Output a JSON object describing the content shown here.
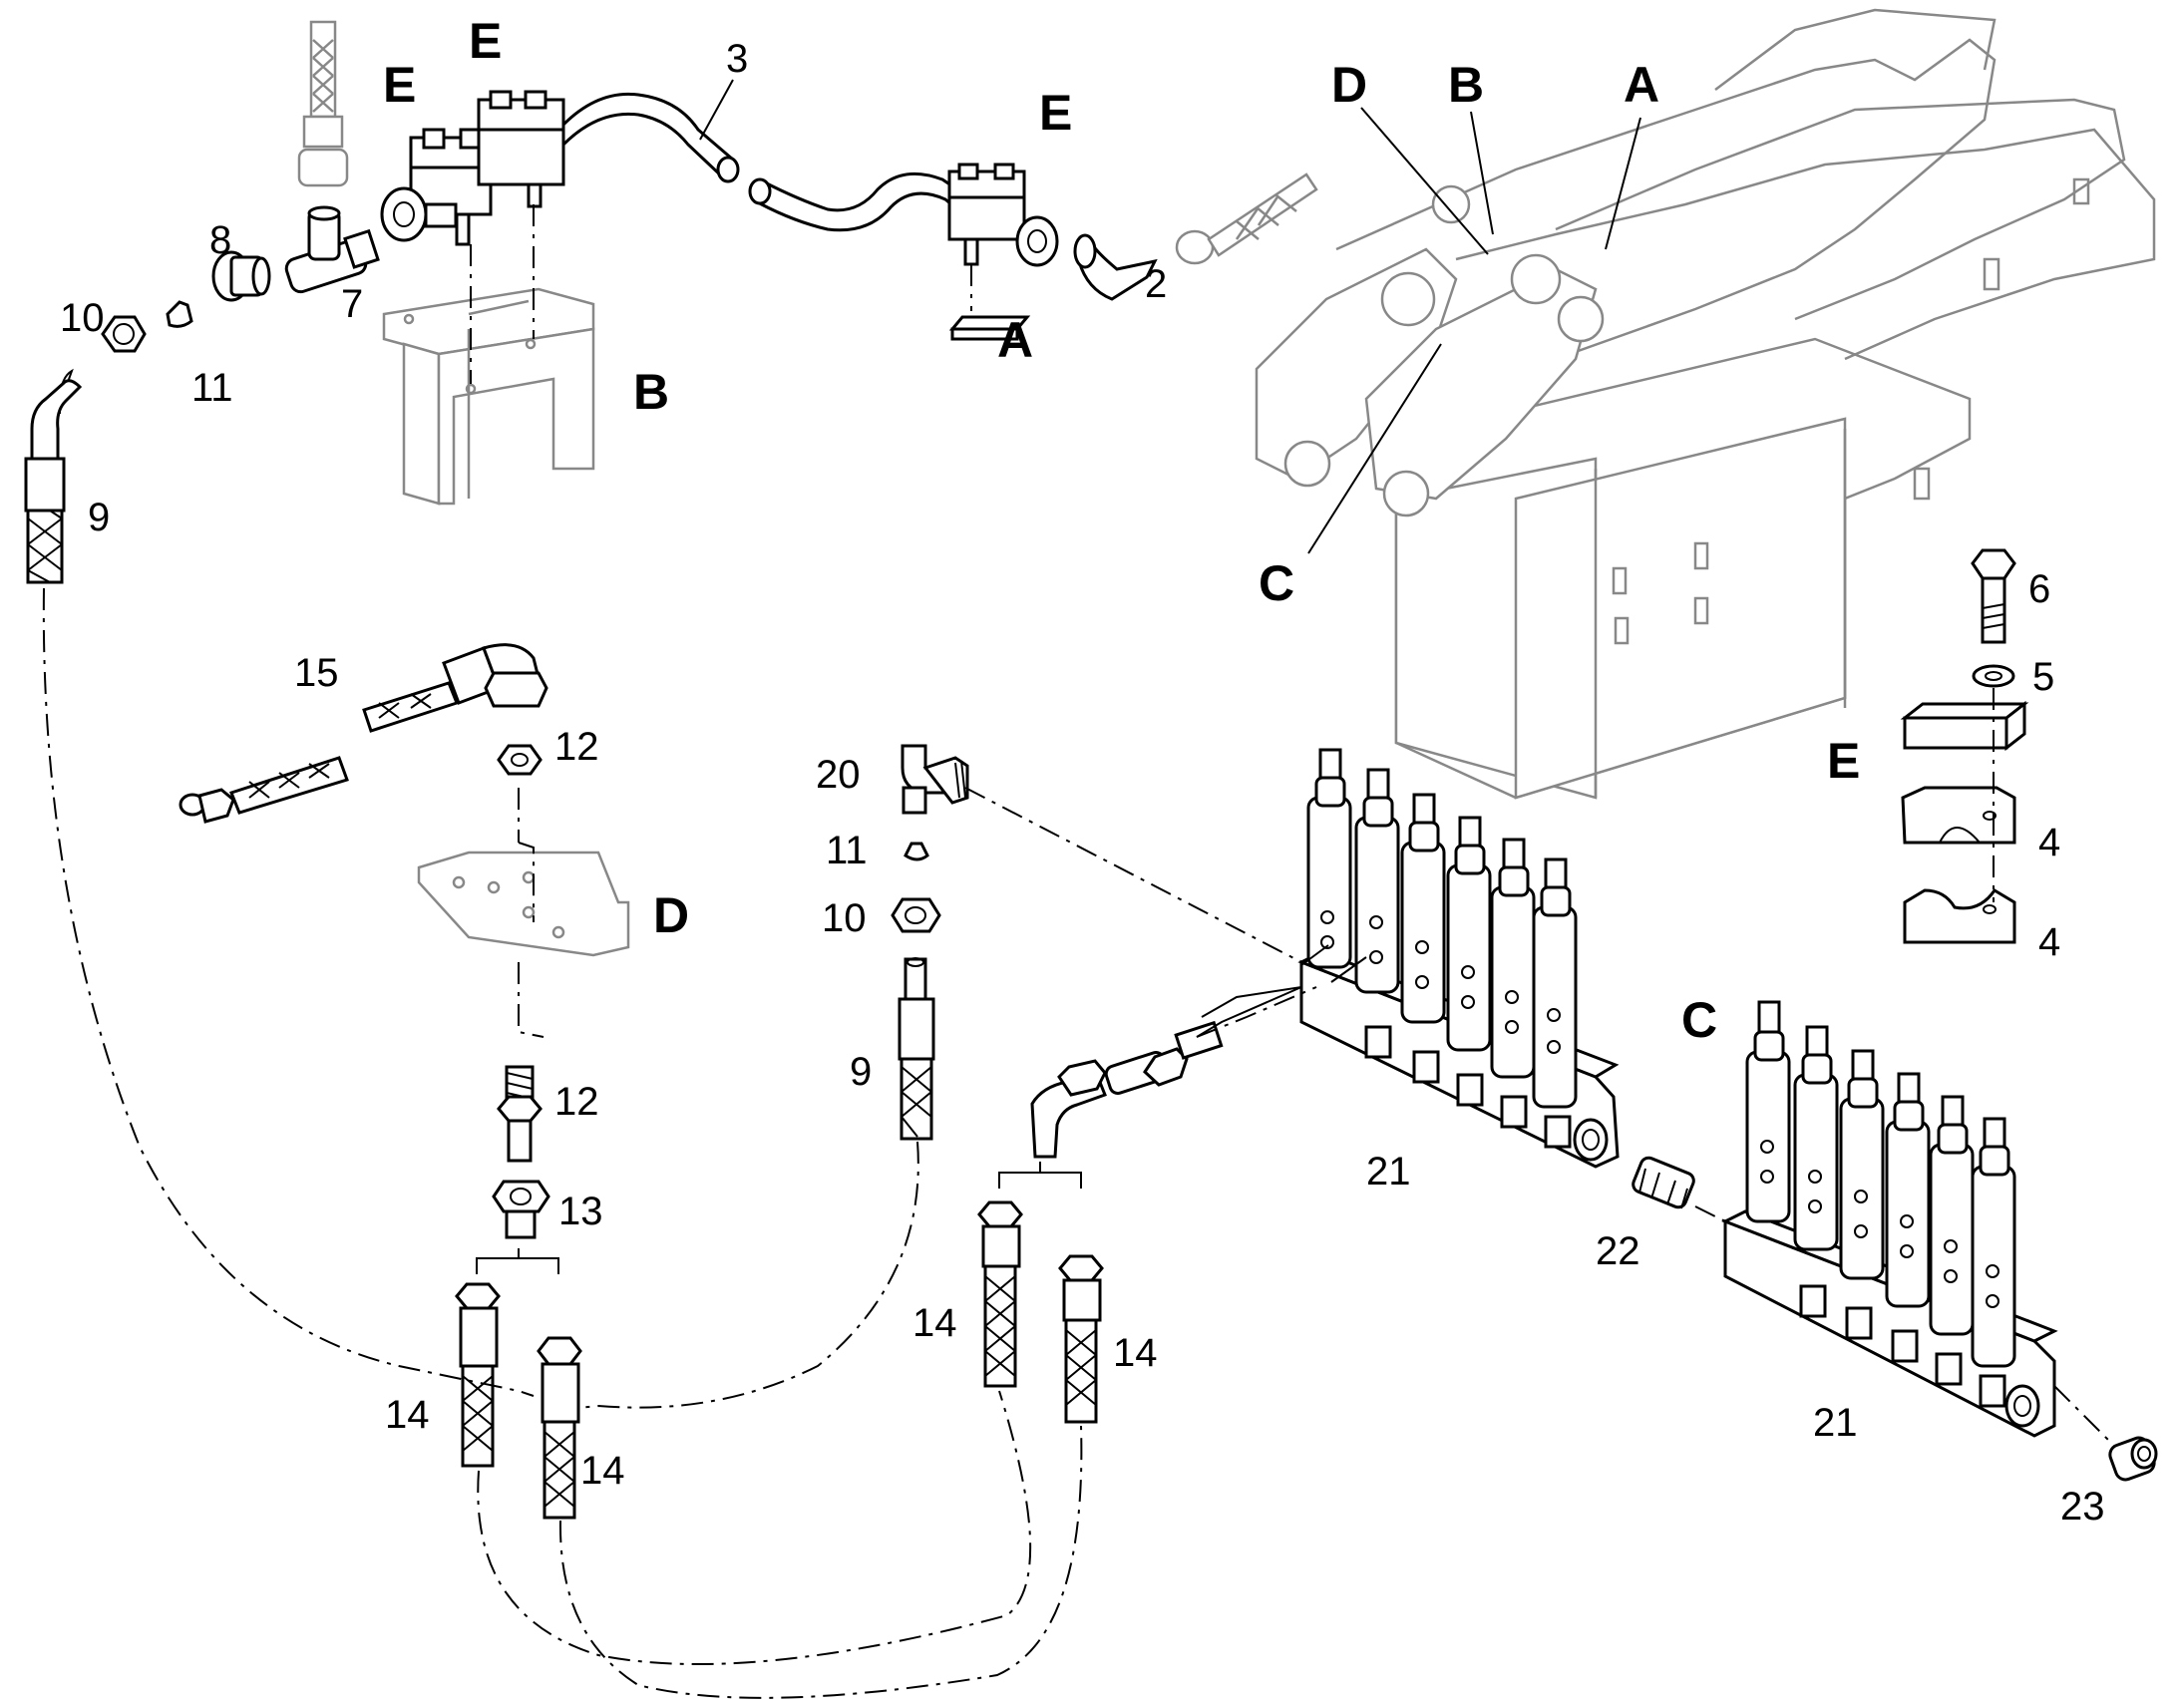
{
  "callouts": {
    "n2": "2",
    "n3": "3",
    "n4a": "4",
    "n4b": "4",
    "n5": "5",
    "n6": "6",
    "n7": "7",
    "n8": "8",
    "n9a": "9",
    "n9b": "9",
    "n10a": "10",
    "n10b": "10",
    "n11a": "11",
    "n11b": "11",
    "n12a": "12",
    "n12b": "12",
    "n13": "13",
    "n14a": "14",
    "n14b": "14",
    "n14c": "14",
    "n14d": "14",
    "n15": "15",
    "n20": "20",
    "n21a": "21",
    "n21b": "21",
    "n22": "22",
    "n23": "23"
  },
  "section_letters": {
    "E1": "E",
    "E2": "E",
    "E3": "E",
    "E4": "E",
    "A1": "A",
    "A2": "A",
    "B1": "B",
    "B2": "B",
    "C1": "C",
    "C2": "C",
    "D1": "D",
    "D2": "D"
  }
}
